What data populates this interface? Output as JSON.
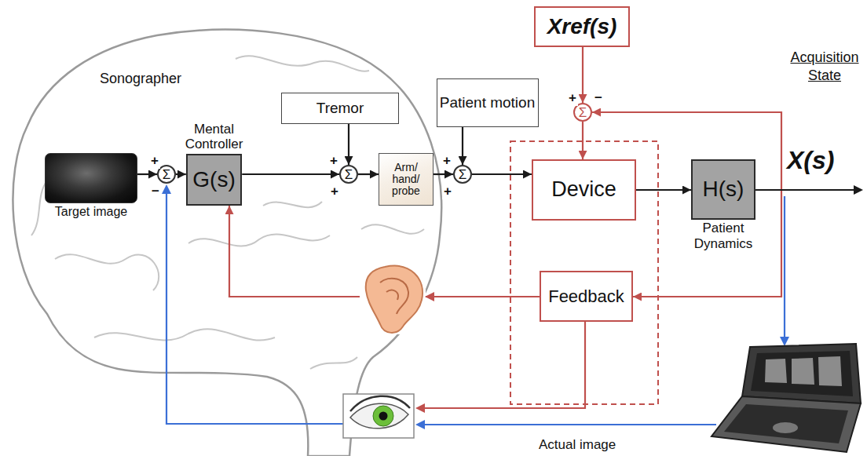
{
  "diagram": {
    "nodes": [
      {
        "text": [
          "Target image"
        ]
      },
      {
        "text": [
          "Σ"
        ]
      },
      {
        "text": [
          "Mental Controller",
          "G(s)"
        ]
      },
      {
        "text": [
          "Tremor"
        ]
      },
      {
        "text": [
          "Σ"
        ]
      },
      {
        "text": [
          "Arm/ hand/ probe"
        ]
      },
      {
        "text": [
          "Patient motion"
        ]
      },
      {
        "text": [
          "Σ"
        ]
      },
      {
        "text": [
          "Xref(s)"
        ]
      },
      {
        "text": [
          "Σ"
        ]
      },
      {
        "text": [
          "Device"
        ]
      },
      {
        "text": [
          "H(s)",
          "Patient Dynamics"
        ]
      },
      {
        "text": [
          "Feedback"
        ]
      }
    ],
    "edges": [
      {
        "from": 0,
        "to": 1,
        "arrow": "to"
      },
      {
        "from": 1,
        "to": 2,
        "arrow": "to"
      },
      {
        "from": 2,
        "to": 4,
        "arrow": "to"
      },
      {
        "from": 3,
        "to": 4,
        "arrow": "to"
      },
      {
        "from": 4,
        "to": 5,
        "arrow": "to"
      },
      {
        "from": 5,
        "to": 7,
        "arrow": "to"
      },
      {
        "from": 6,
        "to": 7,
        "arrow": "to"
      },
      {
        "from": 7,
        "to": 10,
        "arrow": "to"
      },
      {
        "from": 8,
        "to": 9,
        "arrow": "to"
      },
      {
        "from": 9,
        "to": 10,
        "arrow": "to"
      },
      {
        "from": 10,
        "to": 11,
        "arrow": "to"
      },
      {
        "from": 11,
        "to": 9,
        "arrow": "to"
      },
      {
        "from": 11,
        "to": 12,
        "arrow": "to"
      },
      {
        "from": 12,
        "to": 2,
        "arrow": "to"
      }
    ],
    "labels": [
      "Sonographer",
      "+",
      "−",
      "+",
      "+",
      "+",
      "+",
      "+",
      "−",
      "X(s)",
      "Acquisition State",
      "Actual image"
    ]
  }
}
